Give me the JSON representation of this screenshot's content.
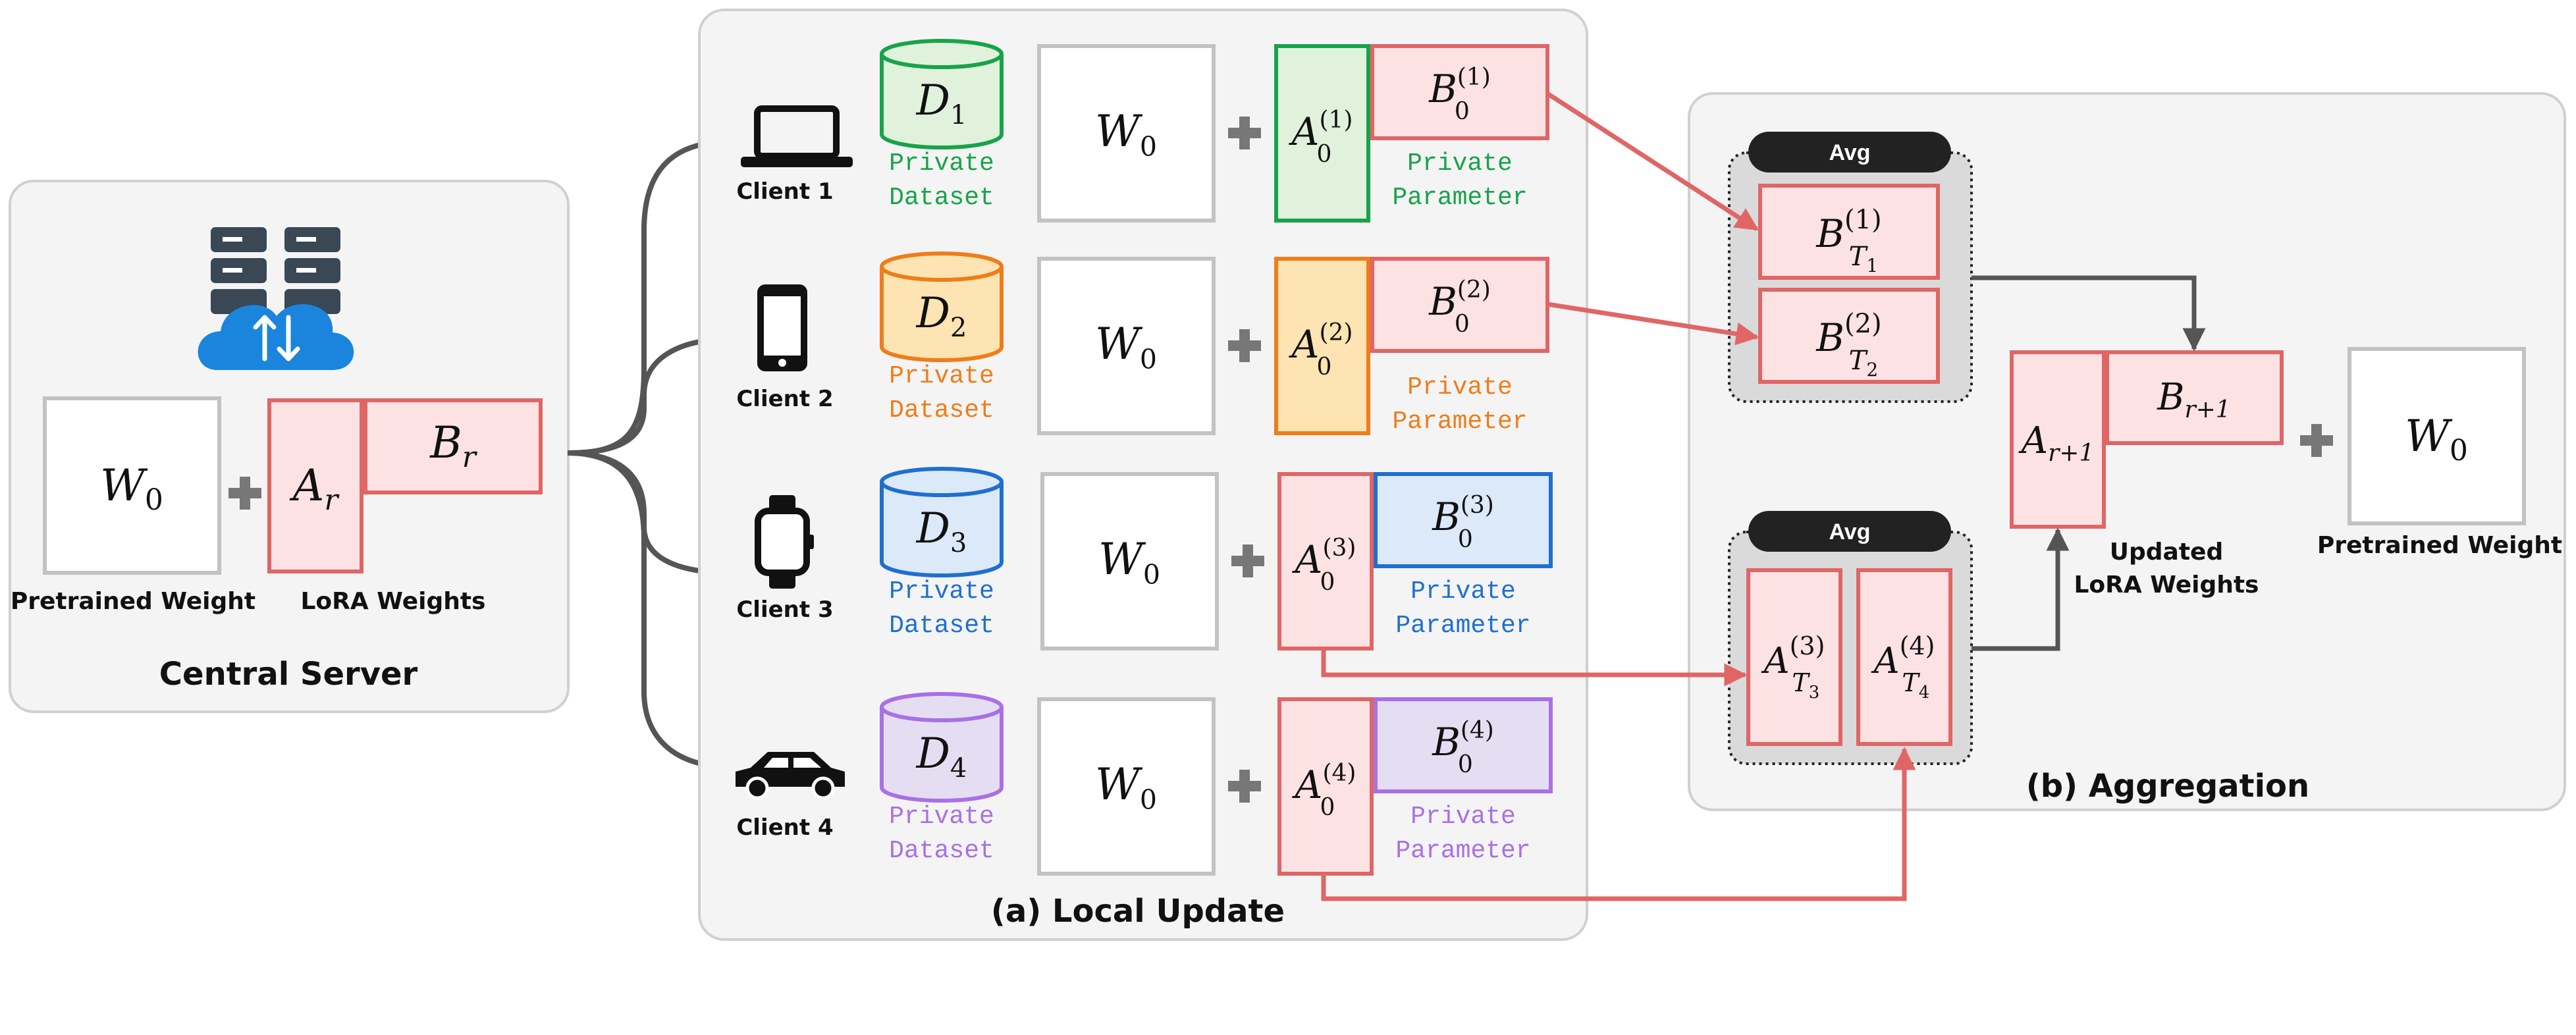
{
  "central": {
    "title": "Central Server",
    "pretrained_label": "Pretrained Weight",
    "lora_label": "LoRA Weights",
    "w_symbol": "W",
    "w_sub": "0",
    "a_symbol": "A",
    "a_sub": "r",
    "b_symbol": "B",
    "b_sub": "r"
  },
  "local": {
    "title": "(a) Local Update",
    "w_symbol": "W",
    "w_sub": "0",
    "clients": [
      {
        "name": "Client 1",
        "device": "laptop-icon",
        "dataset_symbol": "D",
        "dataset_sub": "1",
        "dataset_line1": "Private",
        "dataset_line2": "Dataset",
        "param_line1": "Private",
        "param_line2": "Parameter",
        "a_symbol": "A",
        "a_sub": "0",
        "a_sup": "(1)",
        "b_symbol": "B",
        "b_sub": "0",
        "b_sup": "(1)",
        "color": "#18a34a",
        "fill": "#e0f2dc",
        "trainable": "A"
      },
      {
        "name": "Client 2",
        "device": "smartphone-icon",
        "dataset_symbol": "D",
        "dataset_sub": "2",
        "dataset_line1": "Private",
        "dataset_line2": "Dataset",
        "param_line1": "Private",
        "param_line2": "Parameter",
        "a_symbol": "A",
        "a_sub": "0",
        "a_sup": "(2)",
        "b_symbol": "B",
        "b_sub": "0",
        "b_sup": "(2)",
        "color": "#ef7d1a",
        "fill": "#fde4b2",
        "trainable": "A"
      },
      {
        "name": "Client 3",
        "device": "smartwatch-icon",
        "dataset_symbol": "D",
        "dataset_sub": "3",
        "dataset_line1": "Private",
        "dataset_line2": "Dataset",
        "param_line1": "Private",
        "param_line2": "Parameter",
        "a_symbol": "A",
        "a_sub": "0",
        "a_sup": "(3)",
        "b_symbol": "B",
        "b_sub": "0",
        "b_sup": "(3)",
        "color": "#1f6fd1",
        "fill": "#dce9f8",
        "trainable": "B"
      },
      {
        "name": "Client 4",
        "device": "car-icon",
        "dataset_symbol": "D",
        "dataset_sub": "4",
        "dataset_line1": "Private",
        "dataset_line2": "Dataset",
        "param_line1": "Private",
        "param_line2": "Parameter",
        "a_symbol": "A",
        "a_sub": "0",
        "a_sup": "(4)",
        "b_symbol": "B",
        "b_sub": "0",
        "b_sup": "(4)",
        "color": "#a970e6",
        "fill": "#e5def3",
        "trainable": "B"
      }
    ]
  },
  "aggregation": {
    "title": "(b) Aggregation",
    "avg_label_top": "Avg",
    "avg_label_bottom": "Avg",
    "b_items": [
      {
        "symbol": "B",
        "sub": "T",
        "subsub": "1",
        "sup": "(1)"
      },
      {
        "symbol": "B",
        "sub": "T",
        "subsub": "2",
        "sup": "(2)"
      }
    ],
    "a_items": [
      {
        "symbol": "A",
        "sub": "T",
        "subsub": "3",
        "sup": "(3)"
      },
      {
        "symbol": "A",
        "sub": "T",
        "subsub": "4",
        "sup": "(4)"
      }
    ],
    "updated_a_symbol": "A",
    "updated_a_sub": "r+1",
    "updated_b_symbol": "B",
    "updated_b_sub": "r+1",
    "updated_line1": "Updated",
    "updated_line2": "LoRA Weights",
    "pretrained_w_symbol": "W",
    "pretrained_w_sub": "0",
    "pretrained_label": "Pretrained Weight"
  },
  "colors": {
    "lora_red": "#e06666",
    "lora_fill": "#fde2e4",
    "panel_fill": "#f4f4f4",
    "panel_border": "#d0d0d0",
    "weight_border": "#c2c2c2",
    "arrow_gray": "#555555",
    "avg_fill": "#dadada"
  }
}
